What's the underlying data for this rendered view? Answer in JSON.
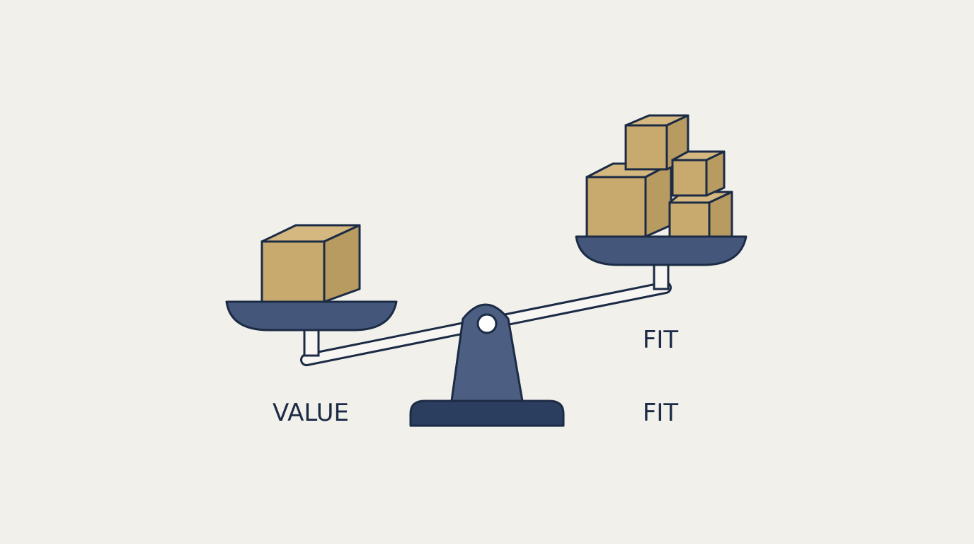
{
  "labels": {
    "left": "VALUE",
    "right_upper": "FIT",
    "right_lower": "FIT"
  },
  "colors": {
    "background": "#f1f0eb",
    "outline": "#1c2b45",
    "pan": "#44577a",
    "fulcrum": "#4c5f82",
    "base": "#2c3e60",
    "box_front": "#c8aa6e",
    "box_top": "#d4b880",
    "box_side": "#b89b60",
    "beam": "#f7f6f2"
  },
  "icons": {
    "left_pan": "single-box",
    "right_pan": "stacked-boxes"
  }
}
